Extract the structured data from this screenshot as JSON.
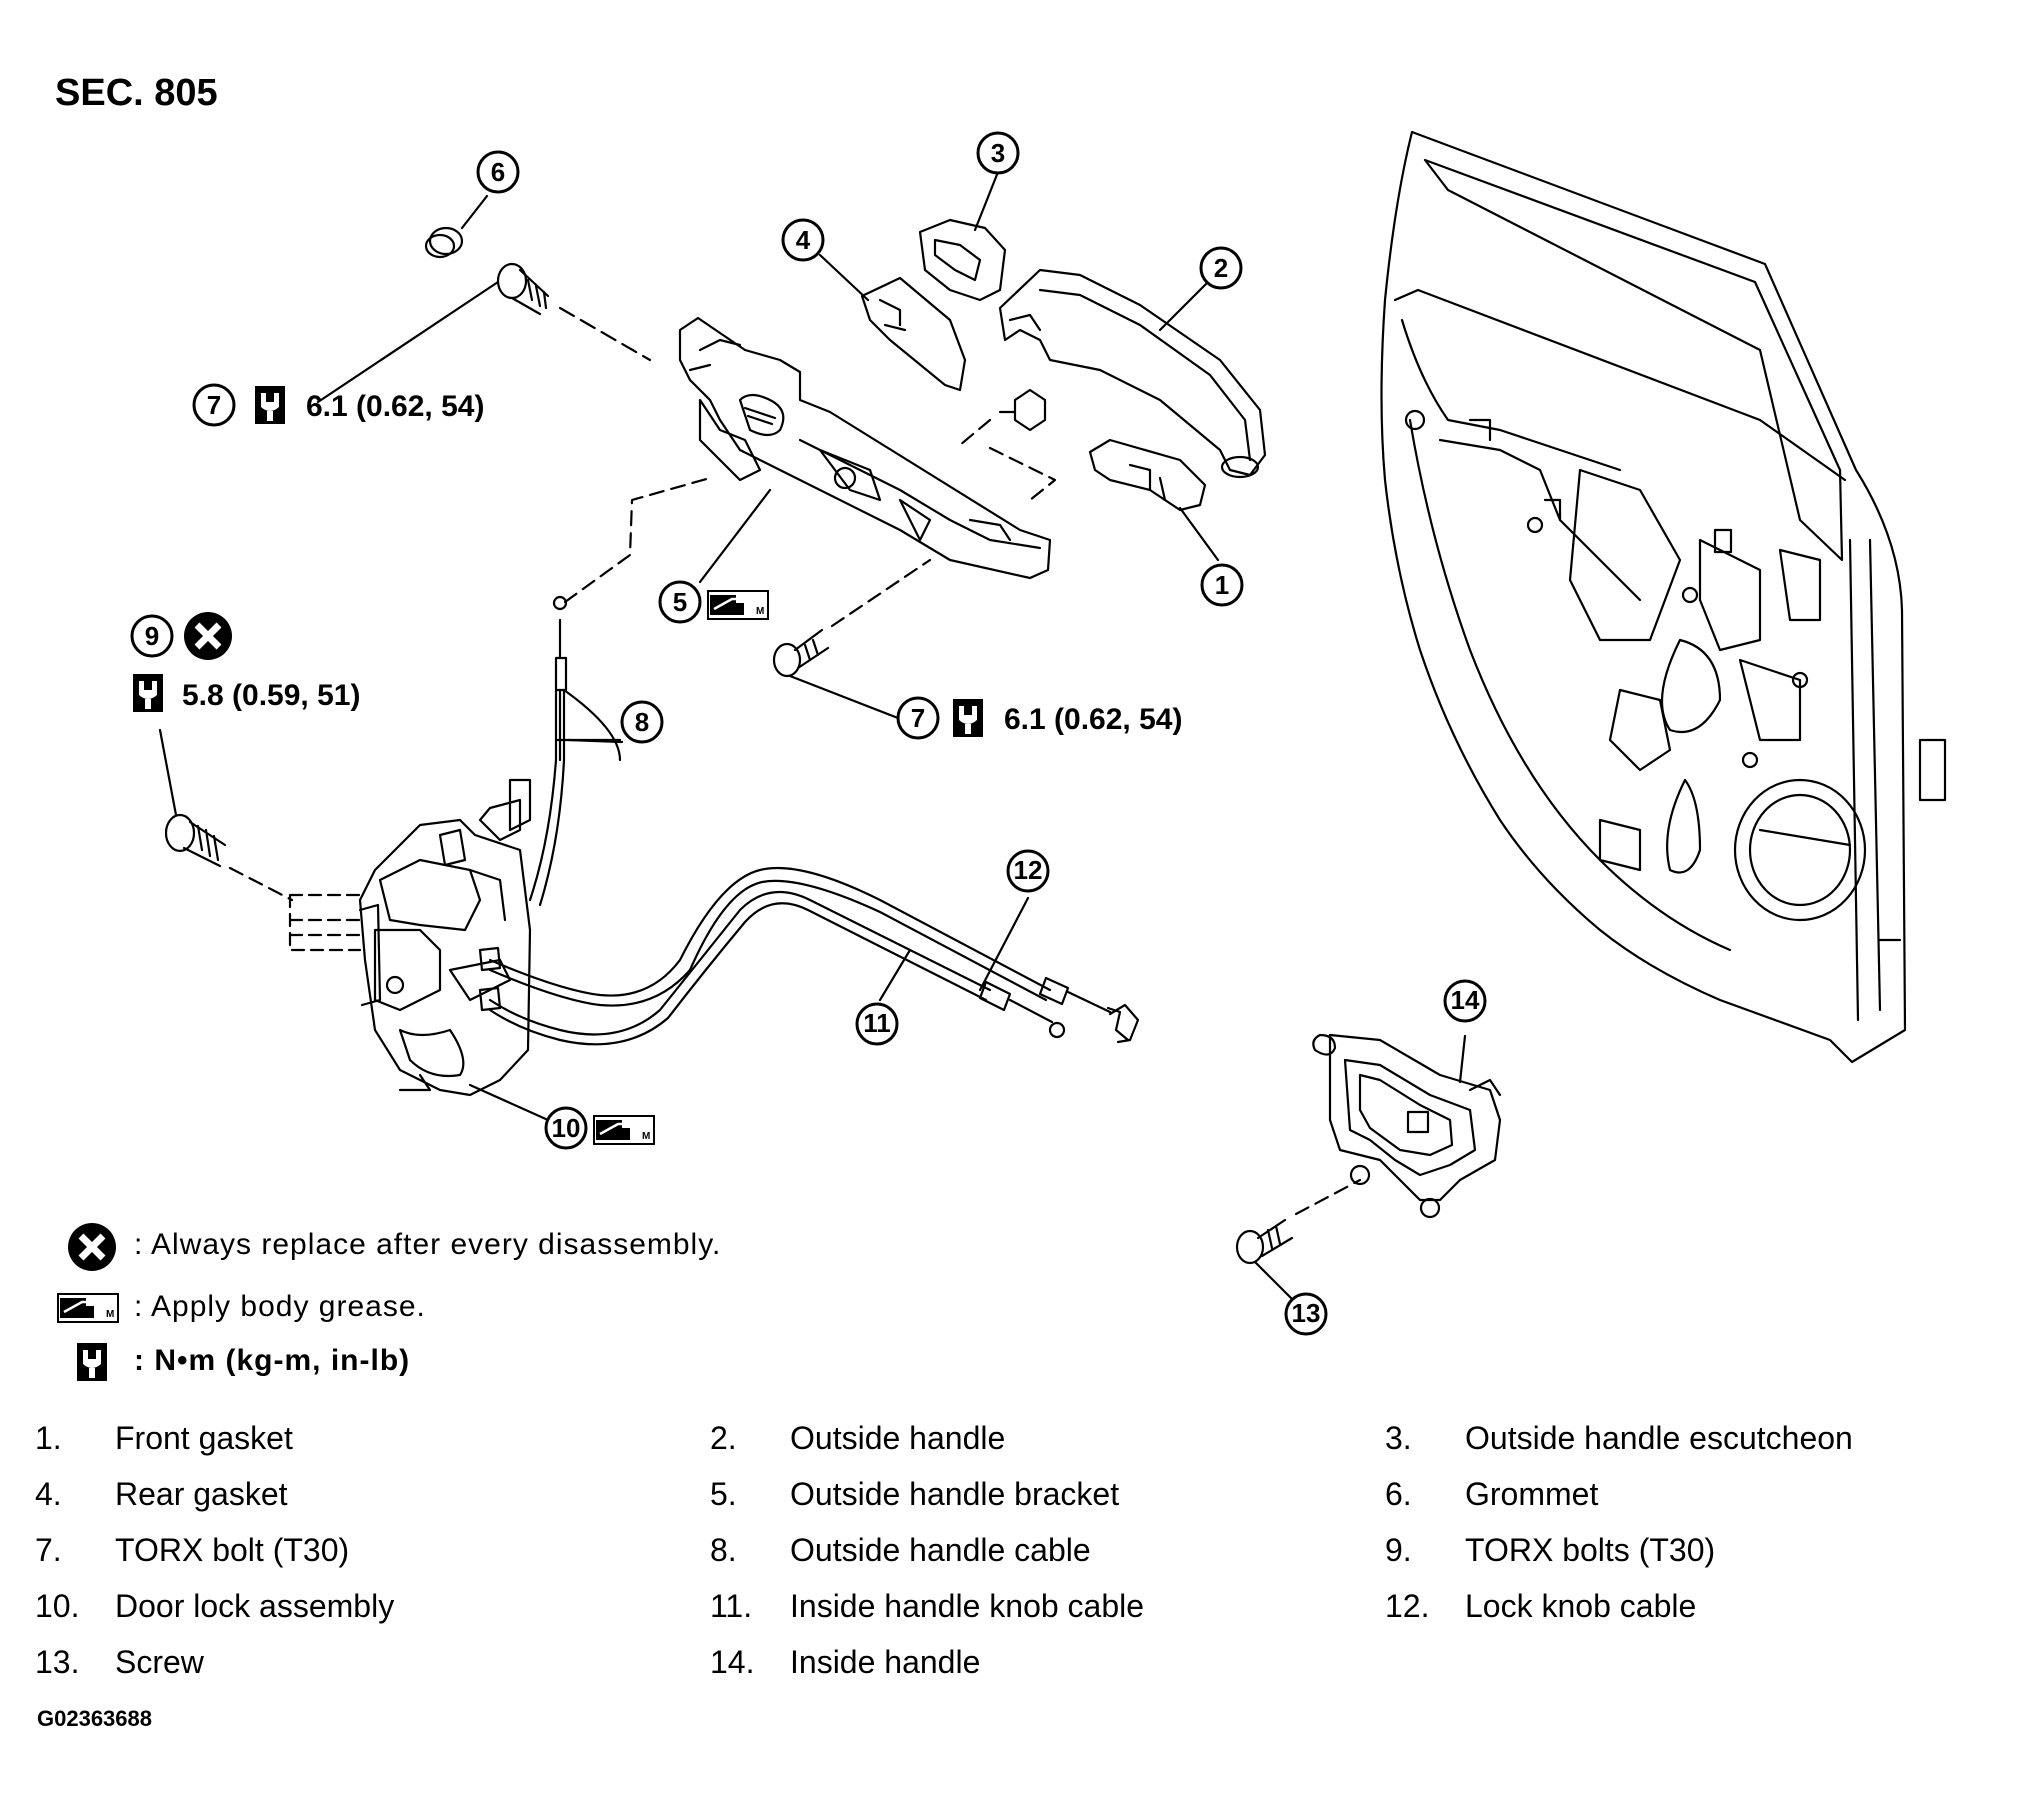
{
  "section": "SEC. 805",
  "callouts": [
    "1",
    "2",
    "3",
    "4",
    "5",
    "6",
    "7",
    "8",
    "9",
    "10",
    "11",
    "12",
    "13",
    "14"
  ],
  "torques": {
    "upper_bolt": "6.1 (0.62, 54)",
    "lower_bolt": "6.1 (0.62, 54)",
    "lock_bolts": "5.8 (0.59, 51)"
  },
  "legend": [
    {
      "icon": "replace-icon",
      "text": ": Always replace after every disassembly."
    },
    {
      "icon": "grease-icon",
      "text": ": Apply body grease."
    },
    {
      "icon": "torque-wrench-icon",
      "text": ": N•m  (kg-m,  in-lb)"
    }
  ],
  "parts": [
    {
      "num": "1.",
      "name": "Front gasket"
    },
    {
      "num": "2.",
      "name": "Outside handle"
    },
    {
      "num": "3.",
      "name": "Outside handle escutcheon"
    },
    {
      "num": "4.",
      "name": "Rear gasket"
    },
    {
      "num": "5.",
      "name": "Outside handle bracket"
    },
    {
      "num": "6.",
      "name": "Grommet"
    },
    {
      "num": "7.",
      "name": "TORX bolt (T30)"
    },
    {
      "num": "8.",
      "name": "Outside handle cable"
    },
    {
      "num": "9.",
      "name": "TORX bolts (T30)"
    },
    {
      "num": "10.",
      "name": "Door lock assembly"
    },
    {
      "num": "11.",
      "name": "Inside handle knob cable"
    },
    {
      "num": "12.",
      "name": "Lock knob cable"
    },
    {
      "num": "13.",
      "name": "Screw"
    },
    {
      "num": "14.",
      "name": "Inside handle"
    }
  ],
  "figure_code": "G02363688"
}
